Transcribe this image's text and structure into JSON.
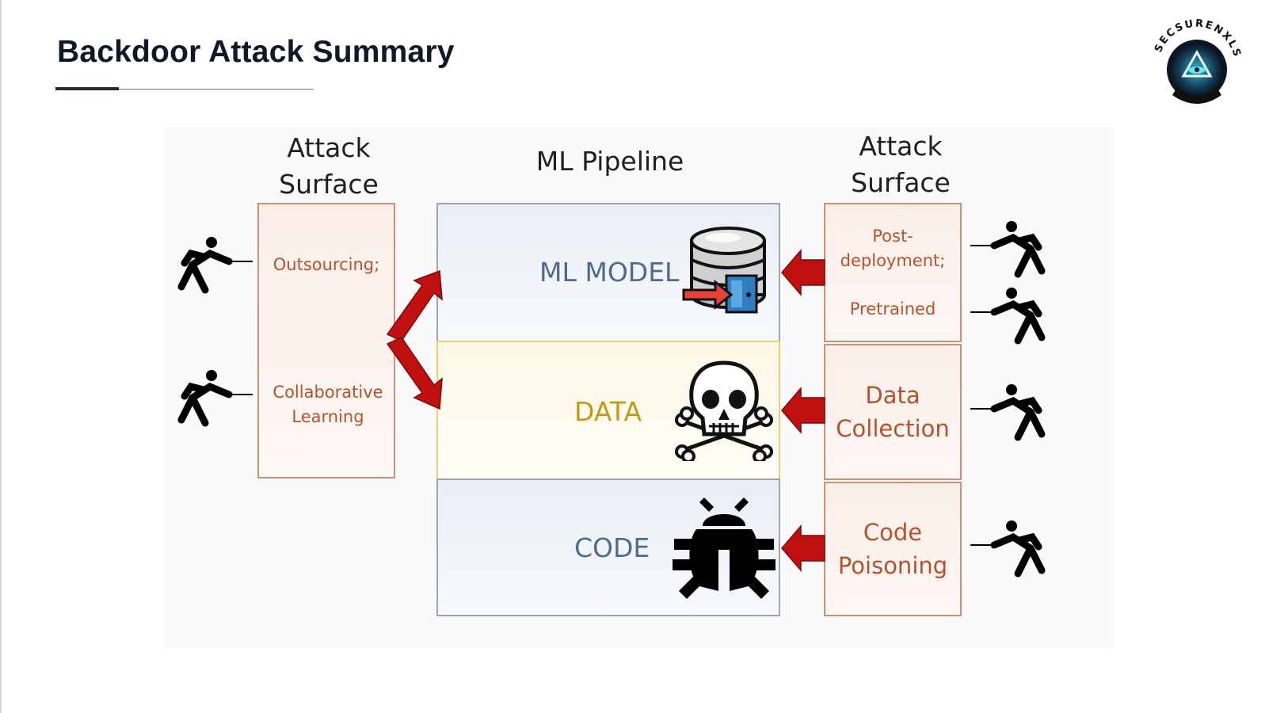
{
  "slide": {
    "title": "Backdoor Attack Summary"
  },
  "logo": {
    "text": "SECSURENXLS"
  },
  "diagram": {
    "left_header": "Attack Surface",
    "center_header": "ML Pipeline",
    "right_header": "Attack Surface",
    "left_surfaces": [
      "Outsourcing;",
      "Collaborative Learning"
    ],
    "pipeline": [
      {
        "label": "ML MODEL",
        "icon": "database-backdoor-icon",
        "color": "#4f6a8a"
      },
      {
        "label": "DATA",
        "icon": "skull-crossbones-icon",
        "color": "#c9961a"
      },
      {
        "label": "CODE",
        "icon": "bug-icon",
        "color": "#4f6a8a"
      }
    ],
    "right_surfaces": [
      {
        "lines": [
          "Post-",
          "deployment;",
          "Pretrained"
        ]
      },
      {
        "lines": [
          "Data",
          "Collection"
        ]
      },
      {
        "lines": [
          "Code",
          "Poisoning"
        ]
      }
    ],
    "colors": {
      "arrow": "#c01010",
      "surface_text": "#b5522c",
      "surface_border": "#c9917a",
      "pipe_border": "#9aa6b4"
    }
  }
}
